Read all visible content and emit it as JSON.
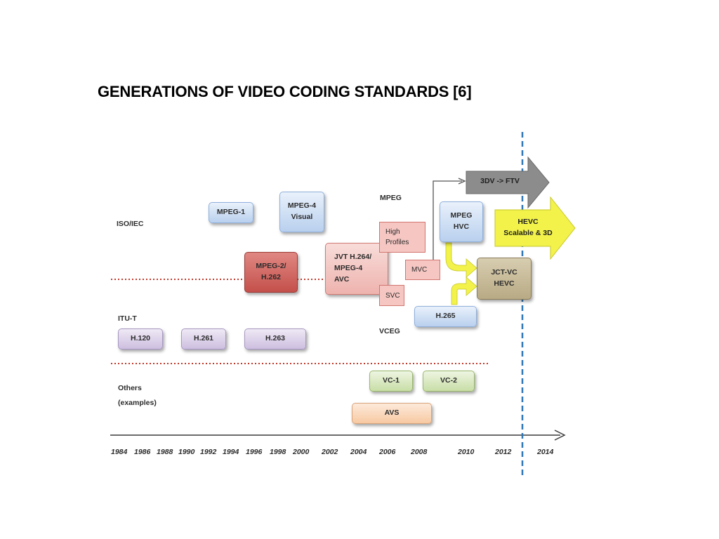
{
  "title": "GENERATIONS OF VIDEO CODING STANDARDS [6]",
  "row_labels": {
    "iso": "ISO/IEC",
    "itu": "ITU-T",
    "others_1": "Others",
    "others_2": "(examples)",
    "mpeg": "MPEG",
    "vceg": "VCEG"
  },
  "standards": {
    "mpeg1": "MPEG-1",
    "mpeg4": "MPEG-4\nVisual",
    "mpeg2": "MPEG-2/\nH.262",
    "avc": "JVT H.264/\nMPEG-4\nAVC",
    "high_profiles": "High\nProfiles",
    "mvc": "MVC",
    "svc": "SVC",
    "mpeg_hvc": "MPEG\nHVC",
    "h265": "H.265",
    "jctvc": "JCT-VC\nHEVC",
    "h120": "H.120",
    "h261": "H.261",
    "h263": "H.263",
    "vc1": "VC-1",
    "vc2": "VC-2",
    "avs": "AVS"
  },
  "arrows": {
    "ftv": "3DV -> FTV",
    "hevc": "HEVC\nScalable & 3D"
  },
  "timeline": [
    "1984",
    "1986",
    "1988",
    "1990",
    "1992",
    "1994",
    "1996",
    "1998",
    "2000",
    "2002",
    "2004",
    "2006",
    "2008",
    "2010",
    "2012",
    "2014"
  ],
  "colors": {
    "divider": "#c0392b",
    "now_line": "#2e75b6",
    "ftv_arrow": "#8c8c8c",
    "hevc_arrow": "#f2f24b"
  }
}
